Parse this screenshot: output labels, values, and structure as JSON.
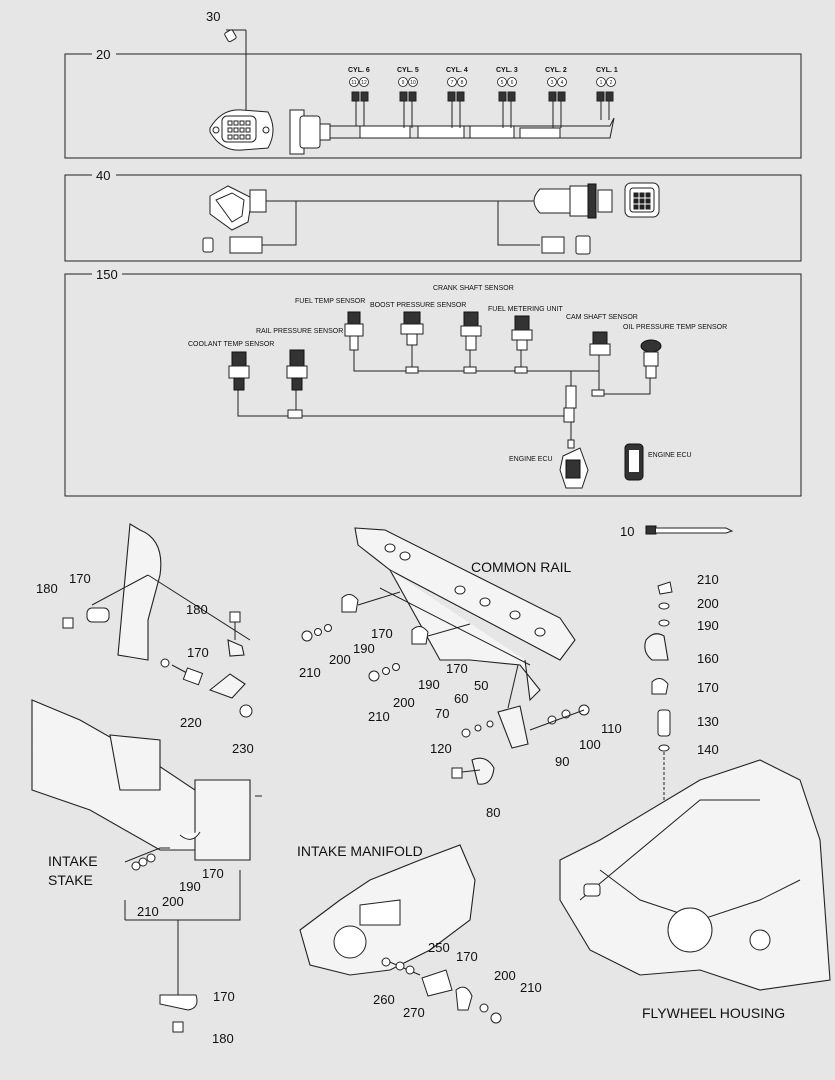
{
  "callouts": {
    "c30": "30",
    "c20": "20",
    "c40": "40",
    "c150": "150",
    "c10": "10",
    "c180a": "180",
    "c170a": "170",
    "c180b": "180",
    "c170b": "170",
    "c220": "220",
    "c230": "230",
    "c170c": "170",
    "c210a": "210",
    "c200a": "200",
    "c190a": "190",
    "c170d": "170",
    "c190b": "190",
    "c200b": "200",
    "c210b": "210",
    "c50": "50",
    "c60": "60",
    "c70": "70",
    "c120": "120",
    "c80": "80",
    "c90": "90",
    "c100": "100",
    "c110": "110",
    "c210c": "210",
    "c200c": "200",
    "c190c": "190",
    "c160": "160",
    "c170e": "170",
    "c130": "130",
    "c140": "140",
    "c170f": "170",
    "c190d": "190",
    "c200d": "200",
    "c210d": "210",
    "c170g": "170",
    "c180c": "180",
    "c250": "250",
    "c170h": "170",
    "c200e": "200",
    "c210e": "210",
    "c260": "260",
    "c270": "270"
  },
  "cylinders": {
    "cyl6": "CYL. 6",
    "cyl5": "CYL. 5",
    "cyl4": "CYL. 4",
    "cyl3": "CYL. 3",
    "cyl2": "CYL. 2",
    "cyl1": "CYL. 1",
    "pins": [
      "11",
      "12",
      "9",
      "10",
      "7",
      "8",
      "5",
      "6",
      "3",
      "4",
      "1",
      "2"
    ]
  },
  "sensors": {
    "crank": "CRANK SHAFT SENSOR",
    "fuel_temp": "FUEL TEMP SENSOR",
    "boost": "BOOST PRESSURE SENSOR",
    "fuel_metering": "FUEL METERING UNIT",
    "cam": "CAM SHAFT SENSOR",
    "oil": "OIL PRESSURE TEMP SENSOR",
    "rail": "RAIL PRESSURE SENSOR",
    "coolant": "COOLANT TEMP SENSOR",
    "ecu1": "ENGINE ECU",
    "ecu2": "ENGINE ECU"
  },
  "titles": {
    "common_rail": "COMMON RAIL",
    "intake_manifold": "INTAKE MANIFOLD",
    "intake_stake_1": "INTAKE",
    "intake_stake_2": "STAKE",
    "flywheel": "FLYWHEEL HOUSING"
  }
}
